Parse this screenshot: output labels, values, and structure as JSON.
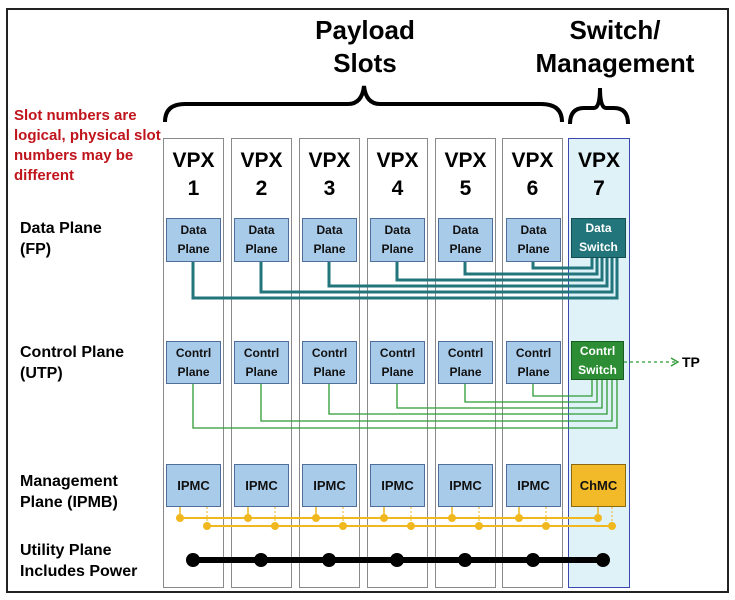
{
  "headers": {
    "payload": "Payload\nSlots",
    "switch": "Switch/\nManagement"
  },
  "note": "Slot numbers are logical, physical slot numbers may be different",
  "planes": {
    "data": "Data Plane\n(FP)",
    "control": "Control Plane\n(UTP)",
    "management": "Management\nPlane (IPMB)",
    "utility": "Utility Plane\nIncludes Power"
  },
  "slots": [
    {
      "title": "VPX\n1",
      "data": "Data\nPlane",
      "control": "Contrl\nPlane",
      "mgmt": "IPMC"
    },
    {
      "title": "VPX\n2",
      "data": "Data\nPlane",
      "control": "Contrl\nPlane",
      "mgmt": "IPMC"
    },
    {
      "title": "VPX\n3",
      "data": "Data\nPlane",
      "control": "Contrl\nPlane",
      "mgmt": "IPMC"
    },
    {
      "title": "VPX\n4",
      "data": "Data\nPlane",
      "control": "Contrl\nPlane",
      "mgmt": "IPMC"
    },
    {
      "title": "VPX\n5",
      "data": "Data\nPlane",
      "control": "Contrl\nPlane",
      "mgmt": "IPMC"
    },
    {
      "title": "VPX\n6",
      "data": "Data\nPlane",
      "control": "Contrl\nPlane",
      "mgmt": "IPMC"
    },
    {
      "title": "VPX\n7",
      "data": "Data\nSwitch",
      "control": "Contrl\nSwitch",
      "mgmt": "ChMC"
    }
  ],
  "tp_label": "TP",
  "colors": {
    "data_line": "#23757c",
    "control_line": "#2e9a34",
    "ipmb_line": "#f0b81e",
    "utility_line": "#000000",
    "note_text": "#c0141c"
  }
}
